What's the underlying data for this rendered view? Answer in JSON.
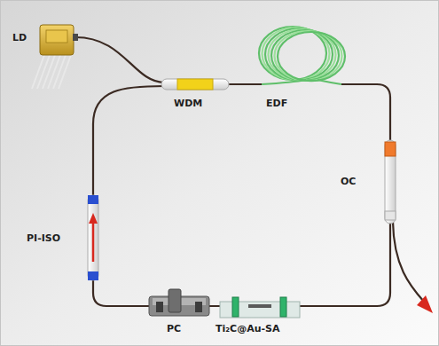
{
  "diagram": {
    "labels": [
      "LD",
      "WDM",
      "EDF",
      "OC",
      "PI-ISO",
      "PC",
      "Ti₂C@Au-SA"
    ]
  }
}
